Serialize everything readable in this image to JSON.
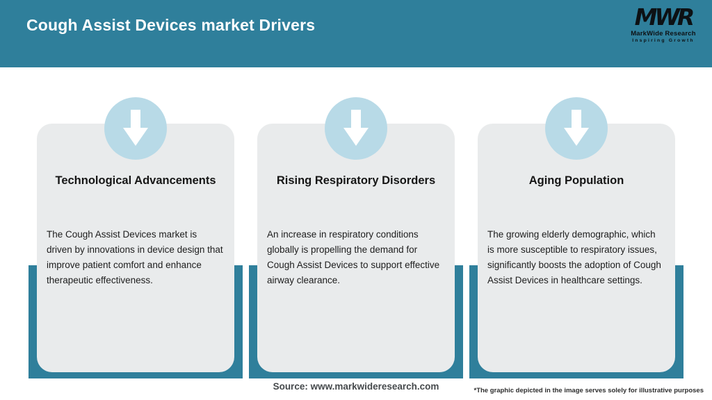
{
  "header": {
    "title": "Cough Assist Devices market Drivers",
    "logo": {
      "acronym": "MWR",
      "name": "MarkWide Research",
      "tagline": "Inspiring Growth"
    }
  },
  "cards": [
    {
      "title": "Technological Advancements",
      "body": "The Cough Assist Devices market is driven by innovations in device design that improve patient comfort and enhance therapeutic effectiveness."
    },
    {
      "title": "Rising Respiratory Disorders",
      "body": "An increase in respiratory conditions globally is propelling the demand for Cough Assist Devices to support effective airway clearance."
    },
    {
      "title": "Aging Population",
      "body": "The growing elderly demographic, which is more susceptible to respiratory issues, significantly boosts the adoption of Cough Assist Devices in healthcare settings."
    }
  ],
  "footer": {
    "source": "Source: www.markwideresearch.com",
    "disclaimer": "*The graphic depicted in the image serves solely for illustrative purposes"
  },
  "colors": {
    "teal": "#2F7F9B",
    "badge_blue": "#B8DAE7",
    "card_bg": "#E9EBEC",
    "title_text": "#FFFFFF"
  }
}
